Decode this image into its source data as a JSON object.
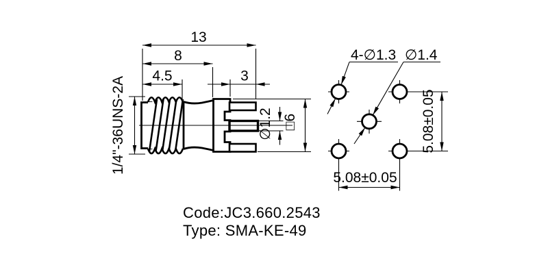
{
  "side_view": {
    "thread_spec": "1/4\"-36UNS-2A",
    "dim_overall": "13",
    "dim_to_flange": "8",
    "dim_thread_len": "4.5",
    "dim_pin_len": "3",
    "dim_pin_dia": "∅1.2",
    "dim_flange_sq": "□6"
  },
  "pad_view": {
    "holes_label": "4-∅1.3",
    "center_hole_label": "∅1.4",
    "pitch_h": "5.08±0.05",
    "pitch_v": "5.08±0.05"
  },
  "footer": {
    "code": "Code:JC3.660.2543",
    "type": "Type: SMA-KE-49"
  },
  "colors": {
    "ink": "#000000",
    "paper": "#ffffff"
  }
}
